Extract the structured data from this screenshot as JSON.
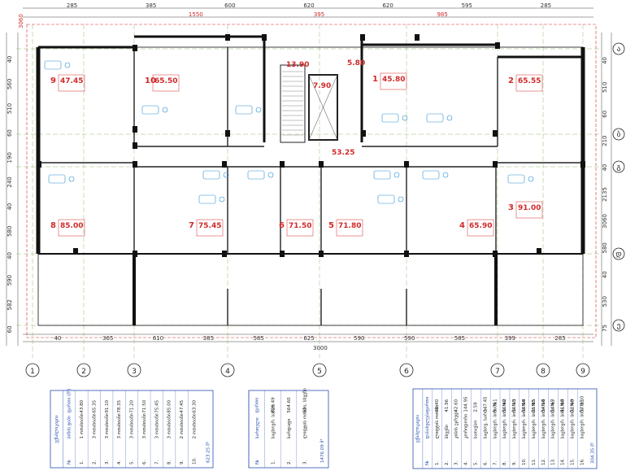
{
  "top_dims": [
    "285",
    "385",
    "600",
    "620",
    "620",
    "595",
    "285"
  ],
  "top_sub_dims": [
    "1550",
    "395",
    "985"
  ],
  "top_red": "3060",
  "left_dims": [
    "40",
    "560",
    "510",
    "60",
    "190",
    "240",
    "40",
    "580",
    "40",
    "590",
    "582",
    "60"
  ],
  "right_dims": [
    "40",
    "510",
    "60",
    "210",
    "40",
    "2135",
    "3060",
    "580",
    "40",
    "530",
    "75"
  ],
  "bottom_dims": [
    "40",
    "365",
    "610",
    "385",
    "585",
    "625",
    "590",
    "590",
    "585",
    "399",
    "285"
  ],
  "bottom_total": "3000",
  "axes_x": [
    "1",
    "2",
    "3",
    "4",
    "5",
    "6",
    "7",
    "8",
    "9"
  ],
  "axes_y": [
    "ა",
    "ბ",
    "გ",
    "დ",
    "ე"
  ],
  "stair_area": "13.90",
  "lift_area": "7.90",
  "corridor_area": "53.25",
  "corridor2_area": "5.80",
  "apartments": [
    {
      "n": "9",
      "area": "47.45"
    },
    {
      "n": "10",
      "area": "65.50"
    },
    {
      "n": "1",
      "area": "45.80"
    },
    {
      "n": "2",
      "area": "65.55"
    },
    {
      "n": "8",
      "area": "85.00"
    },
    {
      "n": "7",
      "area": "75.45"
    },
    {
      "n": "6",
      "area": "71.50"
    },
    {
      "n": "5",
      "area": "71.80"
    },
    {
      "n": "4",
      "area": "65.90"
    },
    {
      "n": "3",
      "area": "91.00"
    }
  ],
  "table1": {
    "title": "ექსპლიკაცია",
    "headers": [
      "№",
      "ბინის ტიპი",
      "ფართი (მ²)"
    ],
    "rows": [
      [
        "1.",
        "1 ოთახიანი",
        "43.80"
      ],
      [
        "2.",
        "3 ოთახიანი",
        "65.35"
      ],
      [
        "3.",
        "3 ოთახიანი",
        "91.10"
      ],
      [
        "4.",
        "3 ოთახიანი",
        "78.35"
      ],
      [
        "5.",
        "3 ოთახიანი",
        "71.20"
      ],
      [
        "6.",
        "3 ოთახიანი",
        "71.50"
      ],
      [
        "7.",
        "3 ოთახიანი",
        "75.45"
      ],
      [
        "8.",
        "3 ოთახიანი",
        "85.00"
      ],
      [
        "9.",
        "2 ოთახიანი",
        "47.45"
      ],
      [
        "10.",
        "2 ოთახიანი",
        "63.30"
      ]
    ],
    "total": "623.25 მ²"
  },
  "table2": {
    "headers": [
      "№",
      "სართული",
      "ფართი"
    ],
    "rows": [
      [
        "1.",
        "საცხოვრ. სართ.",
        "829.49"
      ],
      [
        "2.",
        "სარდაფი",
        "564.60"
      ],
      [
        "3.",
        "ლიფტის ოთახი, სხვენი",
        "82"
      ]
    ],
    "total": "1476.09 მ²"
  },
  "table3": {
    "title": "ექსპლიკაცია",
    "headers": [
      "№",
      "დასახელება",
      "ფართი"
    ],
    "rows": [
      [
        "1.",
        "ლიფტის ოთახი",
        "60.40"
      ],
      [
        "2.",
        "სხვენი",
        "41.96"
      ],
      [
        "3.",
        "კიბის უჯრედი",
        "42.60"
      ],
      [
        "4.",
        "კორიდორი",
        "144.95"
      ],
      [
        "5.",
        "სათავსო",
        "2.59"
      ],
      [
        "6.",
        "საცხოვ. სართ.",
        "147.45"
      ],
      [
        "7.",
        "საცხოვრ. ბინა №1",
        "9.05"
      ],
      [
        "8.",
        "საცხოვრ. ბინა №2",
        "30.40"
      ],
      [
        "9.",
        "საცხოვრ. ბინა №3",
        "30.15"
      ],
      [
        "10.",
        "საცხოვრ. ბინა №4",
        "38.50"
      ],
      [
        "11.",
        "საცხოვრ. ბინა №5",
        "25.85"
      ],
      [
        "12.",
        "საცხოვრ. ბინა №6",
        "34.10"
      ],
      [
        "13.",
        "საცხოვრ. ბინა №7",
        "24.65"
      ],
      [
        "14.",
        "საცხოვრ. ბინა №8",
        "41.80"
      ],
      [
        "15.",
        "საცხოვრ. ბინა №9",
        "22.60"
      ],
      [
        "16.",
        "საცხოვრ. ბინა №10",
        "37.25"
      ]
    ],
    "total": "304.35 მ²"
  }
}
